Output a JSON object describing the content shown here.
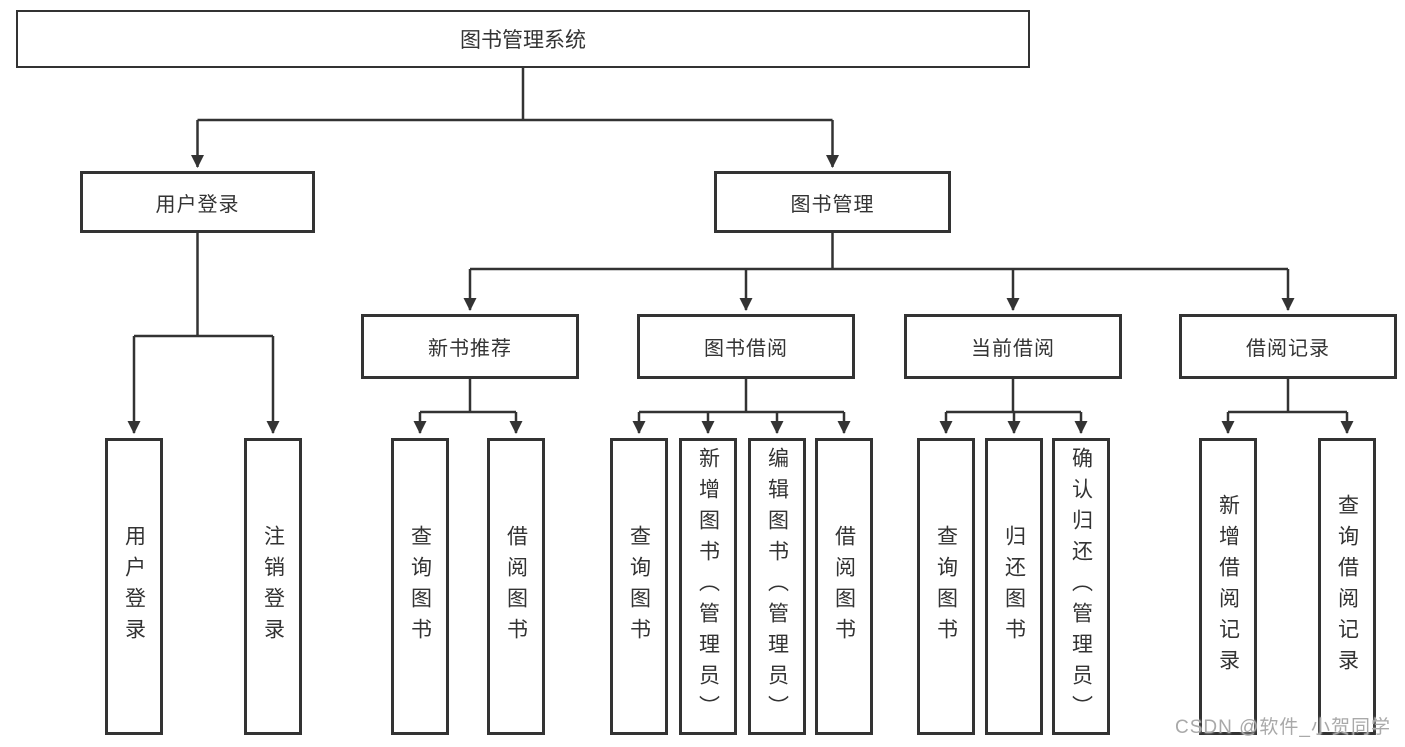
{
  "diagram": {
    "root": "图书管理系统",
    "branches": [
      {
        "label": "用户登录",
        "children": [
          "用户登录",
          "注销登录"
        ]
      },
      {
        "label": "图书管理",
        "sections": [
          {
            "label": "新书推荐",
            "children": [
              "查询图书",
              "借阅图书"
            ]
          },
          {
            "label": "图书借阅",
            "children": [
              "查询图书",
              "新增图书（管理员）",
              "编辑图书（管理员）",
              "借阅图书"
            ]
          },
          {
            "label": "当前借阅",
            "children": [
              "查询图书",
              "归还图书",
              "确认归还（管理员）"
            ]
          },
          {
            "label": "借阅记录",
            "children": [
              "新增借阅记录",
              "查询借阅记录"
            ]
          }
        ]
      }
    ]
  },
  "watermark": "CSDN @软件_小贺同学",
  "colors": {
    "line": "#333333",
    "box_border": "#333333",
    "text": "#333333",
    "watermark": "#a9a9a9",
    "background": "#ffffff"
  }
}
